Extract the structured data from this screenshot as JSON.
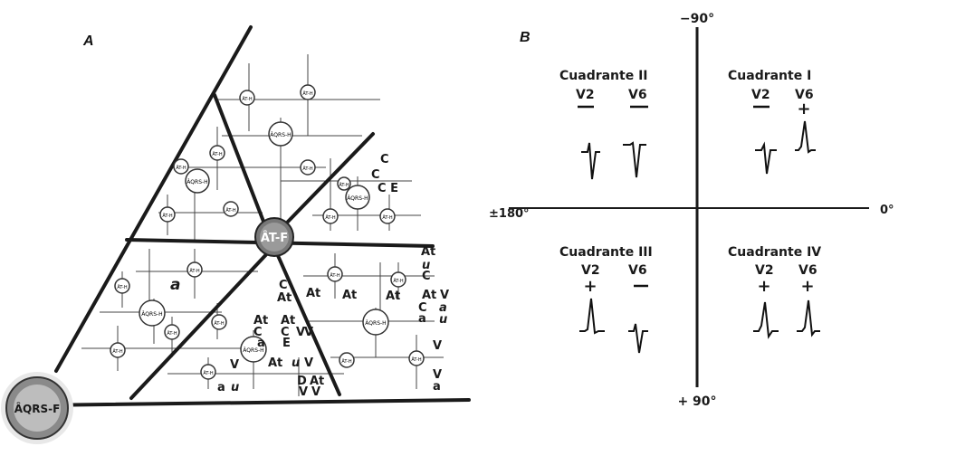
{
  "panel_a": {
    "label": "A",
    "center_node": "ÂT-F",
    "corner_node": "ÂQRS-F",
    "small_node": "ÂT-H",
    "medium_node": "ÂQRS-H",
    "letters": {
      "a": "a",
      "at": "At",
      "c": "C",
      "e": "E",
      "v": "V",
      "d": "D",
      "u": "u",
      "ce": "C E"
    }
  },
  "panel_b": {
    "label": "B",
    "axis": {
      "top": "−90°",
      "bottom": "+ 90°",
      "left": "±180°",
      "right": "0°"
    },
    "quadrants": [
      {
        "title": "Cuadrante II",
        "lead1": "V2",
        "lead2": "V6",
        "sign1": "–",
        "sign2": "–"
      },
      {
        "title": "Cuadrante I",
        "lead1": "V2",
        "lead2": "V6",
        "sign1": "–",
        "sign2": "+"
      },
      {
        "title": "Cuadrante III",
        "lead1": "V2",
        "lead2": "V6",
        "sign1": "+",
        "sign2": "–"
      },
      {
        "title": "Cuadrante IV",
        "lead1": "V2",
        "lead2": "V6",
        "sign1": "+",
        "sign2": "+"
      }
    ]
  }
}
